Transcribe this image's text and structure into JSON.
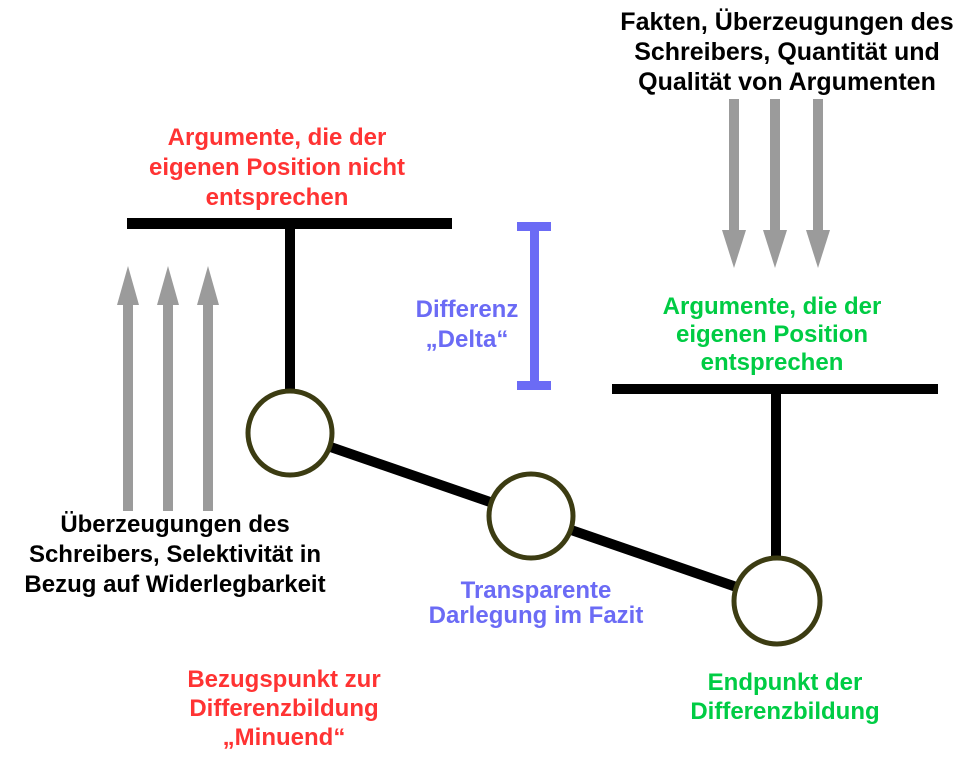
{
  "colors": {
    "red": "#ff3333",
    "green": "#00cc44",
    "blue": "#6b6bf5",
    "arrow_gray": "#9b9b9b",
    "beam_black": "#000000",
    "pivot_ring": "#3c3c12",
    "background": "#ffffff"
  },
  "labels": {
    "facts_top_right": {
      "lines": [
        "Fakten, Überzeugungen des",
        "Schreibers, Quantität und",
        "Qualität von Argumenten"
      ]
    },
    "arguments_against": {
      "lines": [
        "Argumente, die der",
        "eigenen Position nicht",
        "entsprechen"
      ]
    },
    "difference_delta": {
      "lines": [
        "Differenz",
        "„Delta“"
      ]
    },
    "arguments_for": {
      "lines": [
        "Argumente, die der",
        "eigenen Position",
        "entsprechen"
      ]
    },
    "writer_selectivity": {
      "lines": [
        "Überzeugungen des",
        "Schreibers, Selektivität in",
        "Bezug auf Widerlegbarkeit"
      ]
    },
    "transparent_conclusion": {
      "lines": [
        "Transparente",
        "Darlegung im Fazit"
      ]
    },
    "reference_point_minuend": {
      "lines": [
        "Bezugspunkt zur",
        "Differenzbildung",
        "„Minuend“"
      ]
    },
    "end_point": {
      "lines": [
        "Endpunkt der",
        "Differenzbildung"
      ]
    }
  }
}
